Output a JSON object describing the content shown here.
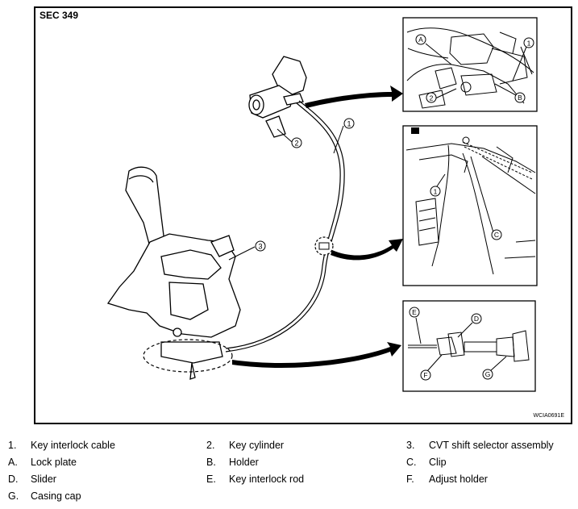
{
  "section_code": "SEC 349",
  "figure_code": "WCIA0691E",
  "callouts": {
    "one": "1",
    "two": "2",
    "three": "3",
    "a": "A",
    "b": "B",
    "c": "C",
    "d": "D",
    "e": "E",
    "f": "F",
    "g": "G"
  },
  "legend": [
    {
      "key": "1.",
      "label": "Key interlock cable"
    },
    {
      "key": "2.",
      "label": "Key cylinder"
    },
    {
      "key": "3.",
      "label": "CVT shift selector assembly"
    },
    {
      "key": "A.",
      "label": "Lock plate"
    },
    {
      "key": "B.",
      "label": "Holder"
    },
    {
      "key": "C.",
      "label": "Clip"
    },
    {
      "key": "D.",
      "label": "Slider"
    },
    {
      "key": "E.",
      "label": "Key interlock rod"
    },
    {
      "key": "F.",
      "label": "Adjust holder"
    },
    {
      "key": "G.",
      "label": "Casing cap"
    }
  ]
}
